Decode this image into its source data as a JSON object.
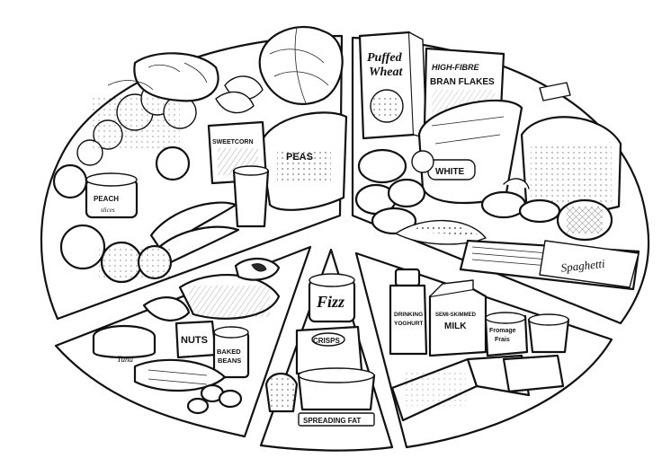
{
  "labels": {
    "puffed": "Puffed",
    "wheat": "Wheat",
    "high_fibre": "HIGH-FIBRE",
    "bran_flakes": "BRAN FLAKES",
    "white": "WHITE",
    "spaghetti": "Spaghetti",
    "peas": "PEAS",
    "sweetcorn": "SWEETCORN",
    "peach": "PEACH",
    "slices": "slices",
    "tuna": "Tuna",
    "nuts": "NUTS",
    "baked": "BAKED",
    "beans": "BEANS",
    "fizz": "Fizz",
    "crisps": "CRISPS",
    "spreading_fat": "SPREADING FAT",
    "drinking": "DRINKING",
    "yoghurt": "YOGHURT",
    "semi_skimmed": "SEMI-SKIMMED",
    "milk": "MILK",
    "fromage": "Fromage",
    "frais": "Frais"
  }
}
